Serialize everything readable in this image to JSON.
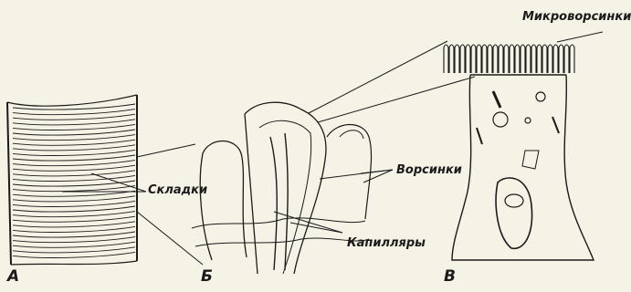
{
  "labels": {
    "a": "А",
    "b": "Б",
    "v": "В",
    "folds": "Складки",
    "villi": "Ворсинки",
    "capillaries": "Капилляры",
    "microvilli": "Микроворсинки"
  },
  "colors": {
    "background": "#f5f3e6",
    "ink": "#1a1a1a",
    "shade": "#8a8578"
  }
}
